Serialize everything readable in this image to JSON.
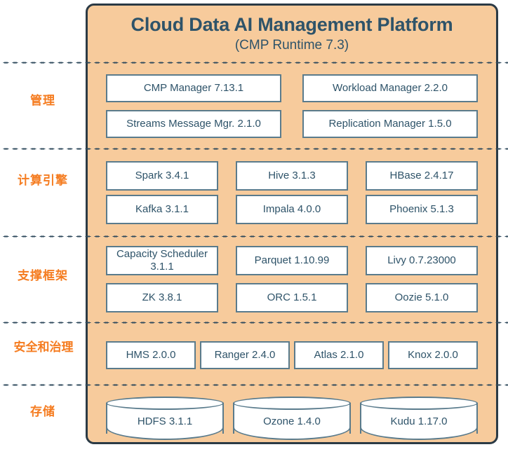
{
  "platform": {
    "title": "Cloud Data AI Management Platform",
    "subtitle": "(CMP Runtime 7.3)",
    "accent_color": "#f57c20",
    "panel_color": "#f7cb9c",
    "text_color": "#2e5369",
    "border_color": "#2b3a45"
  },
  "layers": [
    {
      "label": "管理",
      "name": "management",
      "rows": [
        [
          "CMP Manager 7.13.1",
          "Workload Manager 2.2.0"
        ],
        [
          "Streams Message Mgr. 2.1.0",
          "Replication Manager 1.5.0"
        ]
      ]
    },
    {
      "label": "计算引擎",
      "name": "compute-engine",
      "rows": [
        [
          "Spark 3.4.1",
          "Hive 3.1.3",
          "HBase 2.4.17"
        ],
        [
          "Kafka 3.1.1",
          "Impala 4.0.0",
          "Phoenix 5.1.3"
        ]
      ]
    },
    {
      "label": "支撑框架",
      "name": "support-framework",
      "rows": [
        [
          "Capacity Scheduler 3.1.1",
          "Parquet 1.10.99",
          "Livy 0.7.23000"
        ],
        [
          "ZK 3.8.1",
          "ORC 1.5.1",
          "Oozie 5.1.0"
        ]
      ]
    },
    {
      "label": "安全和治理",
      "name": "security-governance",
      "rows": [
        [
          "HMS 2.0.0",
          "Ranger 2.4.0",
          "Atlas 2.1.0",
          "Knox 2.0.0"
        ]
      ]
    },
    {
      "label": "存储",
      "name": "storage",
      "rows": [
        [
          "HDFS 3.1.1",
          "Ozone 1.4.0",
          "Kudu 1.17.0"
        ]
      ]
    }
  ]
}
